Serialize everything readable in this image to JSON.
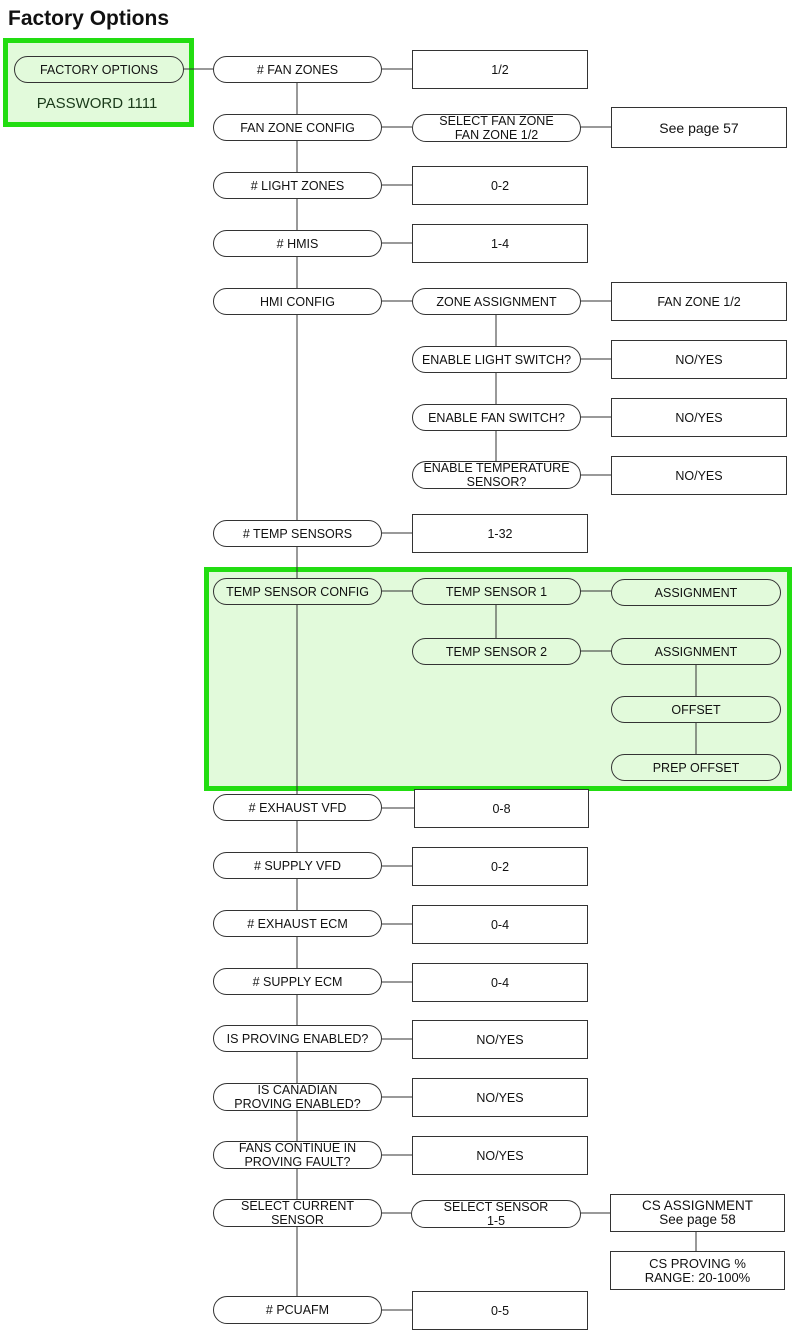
{
  "title": "Factory Options",
  "colors": {
    "highlight_fill": "#e2fadb",
    "highlight_border": "#22dd11"
  },
  "root": {
    "label": "FACTORY OPTIONS",
    "password": "PASSWORD 1111"
  },
  "nodes": {
    "fan_zones": {
      "label": "# FAN ZONES",
      "value": "1/2"
    },
    "fan_zone_config": {
      "label": "FAN ZONE CONFIG",
      "child": "SELECT FAN ZONE\nFAN ZONE 1/2",
      "value": "See page 57"
    },
    "light_zones": {
      "label": "# LIGHT ZONES",
      "value": "0-2"
    },
    "hmis": {
      "label": "# HMIS",
      "value": "1-4"
    },
    "hmi_config": {
      "label": "HMI CONFIG",
      "children": [
        {
          "label": "ZONE ASSIGNMENT",
          "value": "FAN ZONE 1/2"
        },
        {
          "label": "ENABLE LIGHT SWITCH?",
          "value": "NO/YES"
        },
        {
          "label": "ENABLE FAN SWITCH?",
          "value": "NO/YES"
        },
        {
          "label": "ENABLE TEMPERATURE\nSENSOR?",
          "value": "NO/YES"
        }
      ]
    },
    "temp_sensors": {
      "label": "# TEMP SENSORS",
      "value": "1-32"
    },
    "temp_sensor_config": {
      "label": "TEMP SENSOR CONFIG",
      "sensor1": "TEMP SENSOR 1",
      "sensor1_child": "ASSIGNMENT",
      "sensor2": "TEMP SENSOR 2",
      "sensor2_children": [
        "ASSIGNMENT",
        "OFFSET",
        "PREP OFFSET"
      ]
    },
    "exhaust_vfd": {
      "label": "# EXHAUST VFD",
      "value": "0-8"
    },
    "supply_vfd": {
      "label": "# SUPPLY VFD",
      "value": "0-2"
    },
    "exhaust_ecm": {
      "label": "# EXHAUST ECM",
      "value": "0-4"
    },
    "supply_ecm": {
      "label": "# SUPPLY ECM",
      "value": "0-4"
    },
    "proving": {
      "label": "IS PROVING ENABLED?",
      "value": "NO/YES"
    },
    "canadian_proving": {
      "label": "IS CANADIAN\nPROVING ENABLED?",
      "value": "NO/YES"
    },
    "fans_continue": {
      "label": "FANS CONTINUE IN\nPROVING FAULT?",
      "value": "NO/YES"
    },
    "current_sensor": {
      "label": "SELECT CURRENT\nSENSOR",
      "child": "SELECT SENSOR\n1-5",
      "value1": "CS ASSIGNMENT\nSee page 58",
      "value2": "CS PROVING %\nRANGE: 20-100%"
    },
    "pcuafm": {
      "label": "# PCUAFM",
      "value": "0-5"
    }
  }
}
